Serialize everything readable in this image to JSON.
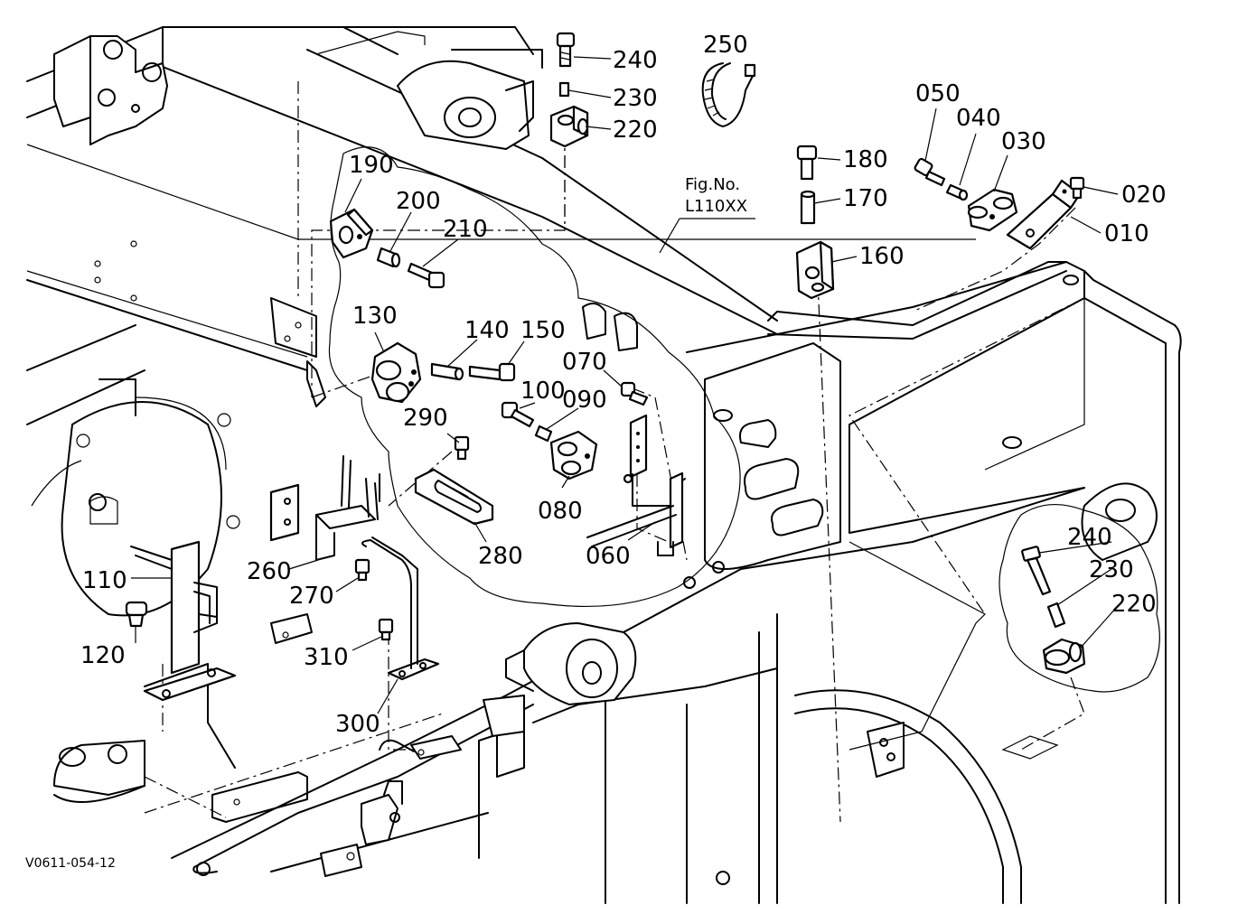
{
  "figure_ref": {
    "line1": "Fig.No.",
    "line2": "L110XX"
  },
  "diagram_code": "V0611-054-12",
  "part_labels": {
    "p240_top": "240",
    "p230_top": "230",
    "p220_top": "220",
    "p250": "250",
    "p050": "050",
    "p040": "040",
    "p030": "030",
    "p020": "020",
    "p010": "010",
    "p180": "180",
    "p170": "170",
    "p160": "160",
    "p190": "190",
    "p200": "200",
    "p210": "210",
    "p130": "130",
    "p140": "140",
    "p150": "150",
    "p070": "070",
    "p100": "100",
    "p090": "090",
    "p290": "290",
    "p080": "080",
    "p280": "280",
    "p060": "060",
    "p260": "260",
    "p270": "270",
    "p110": "110",
    "p120": "120",
    "p310": "310",
    "p300": "300",
    "p240_right": "240",
    "p230_right": "230",
    "p220_right": "220"
  }
}
